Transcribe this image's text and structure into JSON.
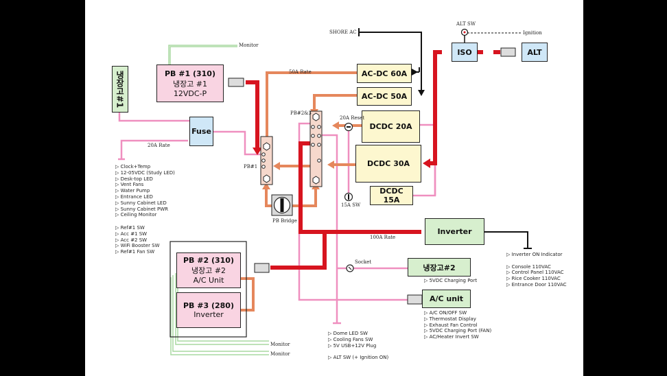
{
  "boxes": {
    "fridge1_vertical": "냉장고#1",
    "pb1": {
      "line1": "PB #1 (310)",
      "line2": "냉장고 #1",
      "line3": "12VDC-P"
    },
    "fuse": "Fuse",
    "acdc60": "AC-DC 60A",
    "acdc50": "AC-DC 50A",
    "dcdc20": "DCDC 20A",
    "dcdc30": "DCDC 30A",
    "dcdc15": "DCDC 15A",
    "iso": "ISO",
    "alt": "ALT",
    "inverter": "Inverter",
    "pb2": {
      "line1": "PB #2 (310)",
      "line2": "냉장고 #2",
      "line3": "A/C Unit"
    },
    "pb3": {
      "line1": "PB #3 (280)",
      "line2": "Inverter"
    },
    "fridge2": "냉장고#2",
    "ac_unit": "A/C unit"
  },
  "labels": {
    "monitor_top": "Monitor",
    "shore_ac": "SHORE AC",
    "alt_sw": "ALT SW",
    "ignition": "Ignition",
    "rate_50a": "50A Rate",
    "pb_2_3": "PB#2&3",
    "reset_20a": "20A Reset",
    "rate_20a": "20A Rate",
    "pb1_tag": "PB#1",
    "sw_15a": "15A SW",
    "pb_bridge": "PB Bridge",
    "rate_100a": "100A Rate",
    "socket": "Socket",
    "monitor_b1": "Monitor",
    "monitor_b2": "Monitor"
  },
  "lists": {
    "fuse_loads": [
      "▷ Clock+Temp",
      "▷ 12-05VDC (Study LED)",
      "▷ Desk-top LED",
      "▷ Vent Fans",
      "▷ Water Pump",
      "▷ Entrance LED",
      "▷ Sunny Cabinet LED",
      "▷ Sunny Cabinet PWR",
      "▷ Ceiling Monitor"
    ],
    "fuse_switches": [
      "▷ Ref#1 SW",
      "▷ Acc #1 SW",
      "▷ Acc #2 SW",
      "▷ WiFi Booster SW",
      "▷ Ref#1 Fan SW"
    ],
    "inverter_loads": [
      "▷ Inverter ON Indicator",
      "",
      "▷ Console 110VAC",
      "▷ Control Panel 110VAC",
      "▷ Rice Cooker 110VAC",
      "▷ Entrance Door 110VAC"
    ],
    "fridge2_loads": [
      "▷ 5VDC Charging Port"
    ],
    "ac_loads": [
      "▷ A/C ON/OFF SW",
      "▷ Thermostat Display",
      "▷ Exhaust Fan Control",
      "▷ 5VDC Charging Port (FAN)",
      "▷ AC/Heater Invert SW"
    ],
    "bottom_loads": [
      "▷ Dome LED SW",
      "▷ Cooling Fans SW",
      "▷ 5V USB+12V Plug",
      "",
      "▷ ALT SW (+ Ignition ON)"
    ]
  },
  "colors": {
    "red_wire": "#d7141f",
    "orange_wire": "#e5875c",
    "pink_wire": "#ef8fbf",
    "green_wire": "#a9d8a0",
    "black_wire": "#111111"
  }
}
